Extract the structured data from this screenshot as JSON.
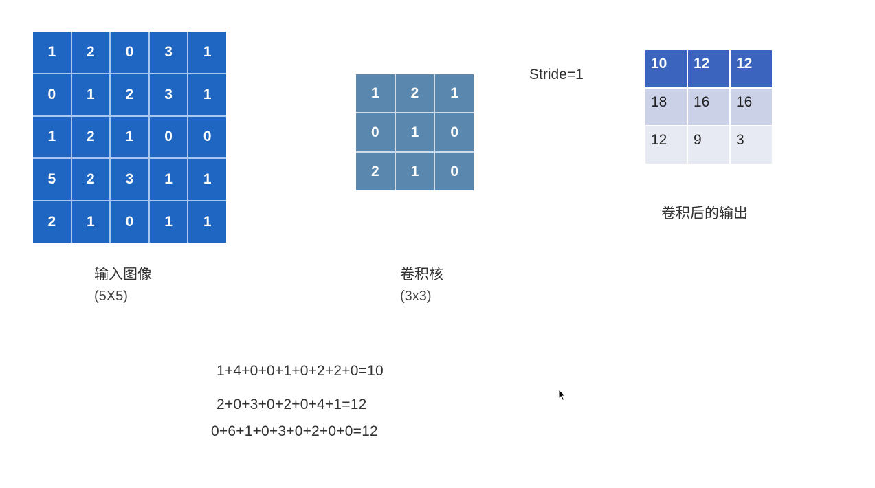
{
  "input": {
    "title": "输入图像",
    "size": "(5X5)",
    "matrix": [
      [
        "1",
        "2",
        "0",
        "3",
        "1"
      ],
      [
        "0",
        "1",
        "2",
        "3",
        "1"
      ],
      [
        "1",
        "2",
        "1",
        "0",
        "0"
      ],
      [
        "5",
        "2",
        "3",
        "1",
        "1"
      ],
      [
        "2",
        "1",
        "0",
        "1",
        "1"
      ]
    ],
    "color": "#1f66c2"
  },
  "kernel": {
    "title": "卷积核",
    "size": "(3x3)",
    "matrix": [
      [
        "1",
        "2",
        "1"
      ],
      [
        "0",
        "1",
        "0"
      ],
      [
        "2",
        "1",
        "0"
      ]
    ],
    "color": "#5a87ad"
  },
  "stride": {
    "label": "Stride=1"
  },
  "output": {
    "title": "卷积后的输出",
    "matrix": [
      [
        "10",
        "12",
        "12"
      ],
      [
        "18",
        "16",
        "16"
      ],
      [
        "12",
        "9",
        "3"
      ]
    ],
    "header_color": "#3a64bd",
    "row2_color": "#cbd2e8",
    "row3_color": "#e7e9f3"
  },
  "equations": [
    "1+4+0+0+1+0+2+2+0=10",
    "2+0+3+0+2+0+4+1=12",
    "0+6+1+0+3+0+2+0+0=12"
  ],
  "cursor": {
    "icon": "mouse-pointer-icon"
  }
}
